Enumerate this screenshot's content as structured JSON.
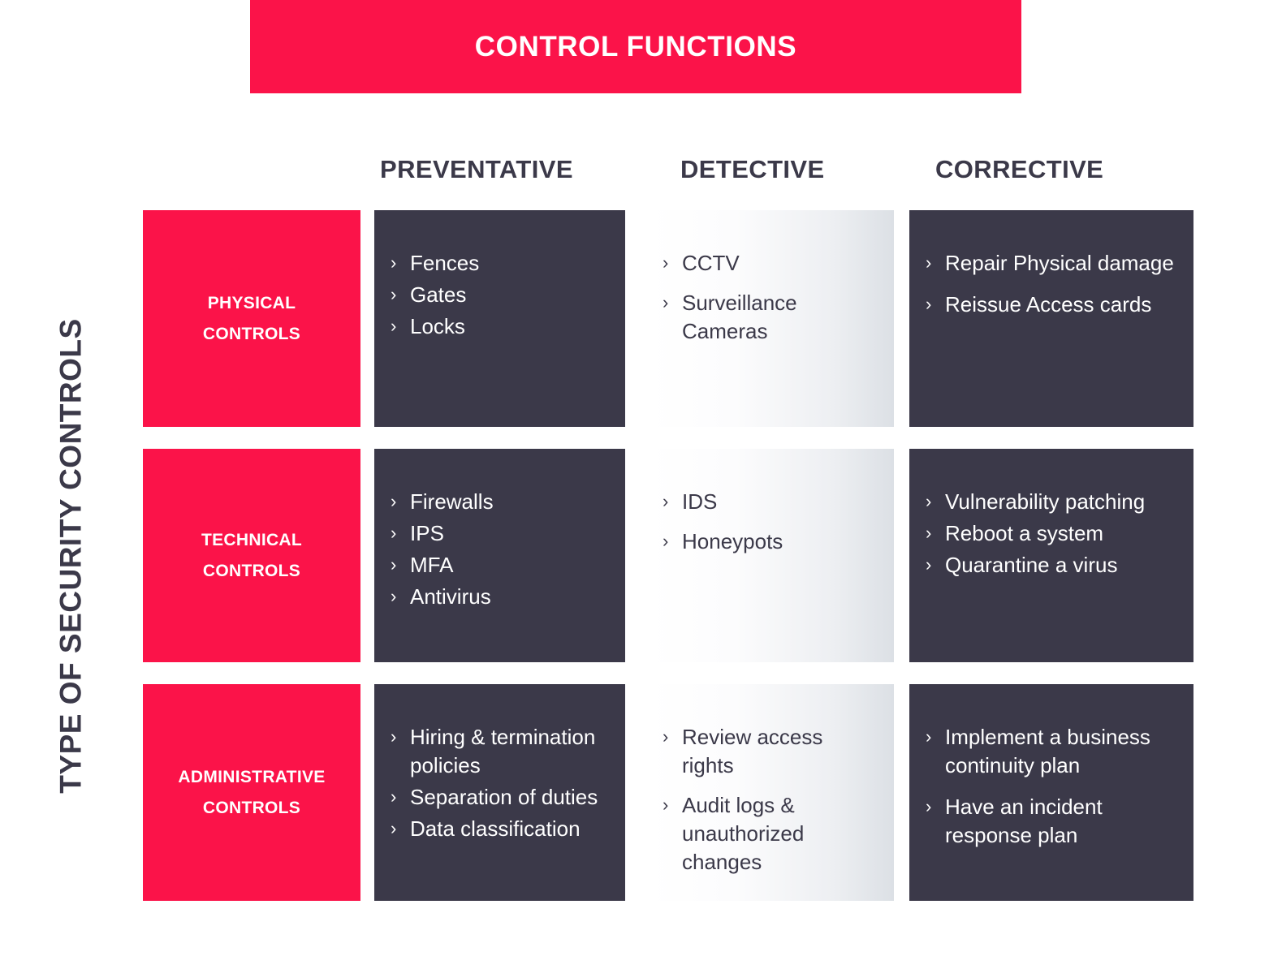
{
  "title": {
    "text": "CONTROL FUNCTIONS",
    "background_color": "#FB1349",
    "text_color": "#FFFFFF"
  },
  "y_axis": {
    "label": "TYPE OF SECURITY CONTROLS",
    "text_color": "#3B3949"
  },
  "colors": {
    "accent_red": "#FB1349",
    "dark_slate": "#3B3949",
    "light_gradient_start": "#FFFFFF",
    "light_gradient_end": "#DCE0E5",
    "white": "#FFFFFF"
  },
  "bullet_glyph": "›",
  "columns": [
    {
      "label": "PREVENTATIVE"
    },
    {
      "label": "DETECTIVE"
    },
    {
      "label": "CORRECTIVE"
    }
  ],
  "rows": [
    {
      "label": "PHYSICAL\nCONTROLS",
      "preventative": [
        "Fences",
        "Gates",
        "Locks"
      ],
      "detective": [
        "CCTV",
        "Surveillance Cameras"
      ],
      "corrective": [
        "Repair Physical damage",
        "Reissue Access cards"
      ]
    },
    {
      "label": "TECHNICAL\nCONTROLS",
      "preventative": [
        "Firewalls",
        "IPS",
        "MFA",
        "Antivirus"
      ],
      "detective": [
        "IDS",
        "Honeypots"
      ],
      "corrective": [
        "Vulnerability patching",
        "Reboot a system",
        "Quarantine a virus"
      ]
    },
    {
      "label": "ADMINISTRATIVE\nCONTROLS",
      "preventative": [
        "Hiring & termination policies",
        "Separation of duties",
        "Data classification"
      ],
      "detective": [
        "Review access rights",
        "Audit logs & unauthorized changes"
      ],
      "corrective": [
        "Implement a business continuity plan",
        "Have an incident response plan"
      ]
    }
  ]
}
